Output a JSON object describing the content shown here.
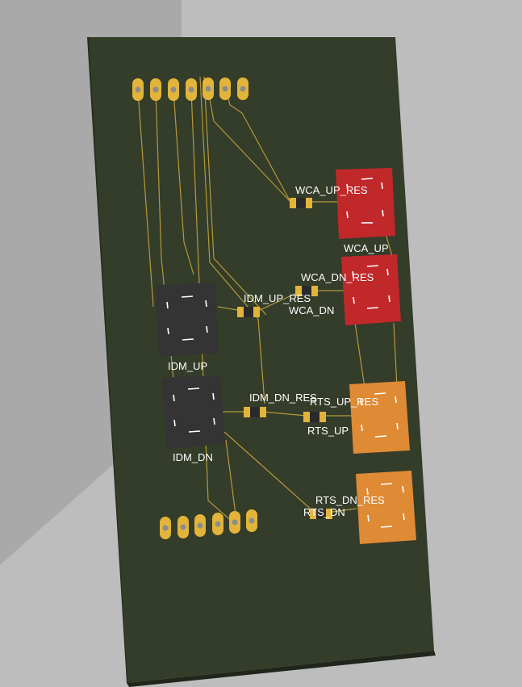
{
  "colors": {
    "background": "#b9b9b9",
    "board": "#343c2a",
    "trace": "#b59a3a",
    "pad": "#e2b43a",
    "black_led": "#343434",
    "red_led": "#c0282a",
    "orange_led": "#df8a35",
    "silkscreen": "#ffffff"
  },
  "labels": {
    "wca_up_res": "WCA_UP_RES",
    "wca_up": "WCA_UP",
    "wca_dn_res": "WCA_DN_RES",
    "wca_dn": "WCA_DN",
    "idm_up_res": "IDM_UP_RES",
    "idm_up": "IDM_UP",
    "idm_dn_res": "IDM_DN_RES",
    "idm_dn": "IDM_DN",
    "rts_up_res": "RTS_UP_RES",
    "rts_up": "RTS_UP",
    "rts_dn_res": "RTS_DN_RES",
    "rts_dn": "RTS_DN"
  }
}
